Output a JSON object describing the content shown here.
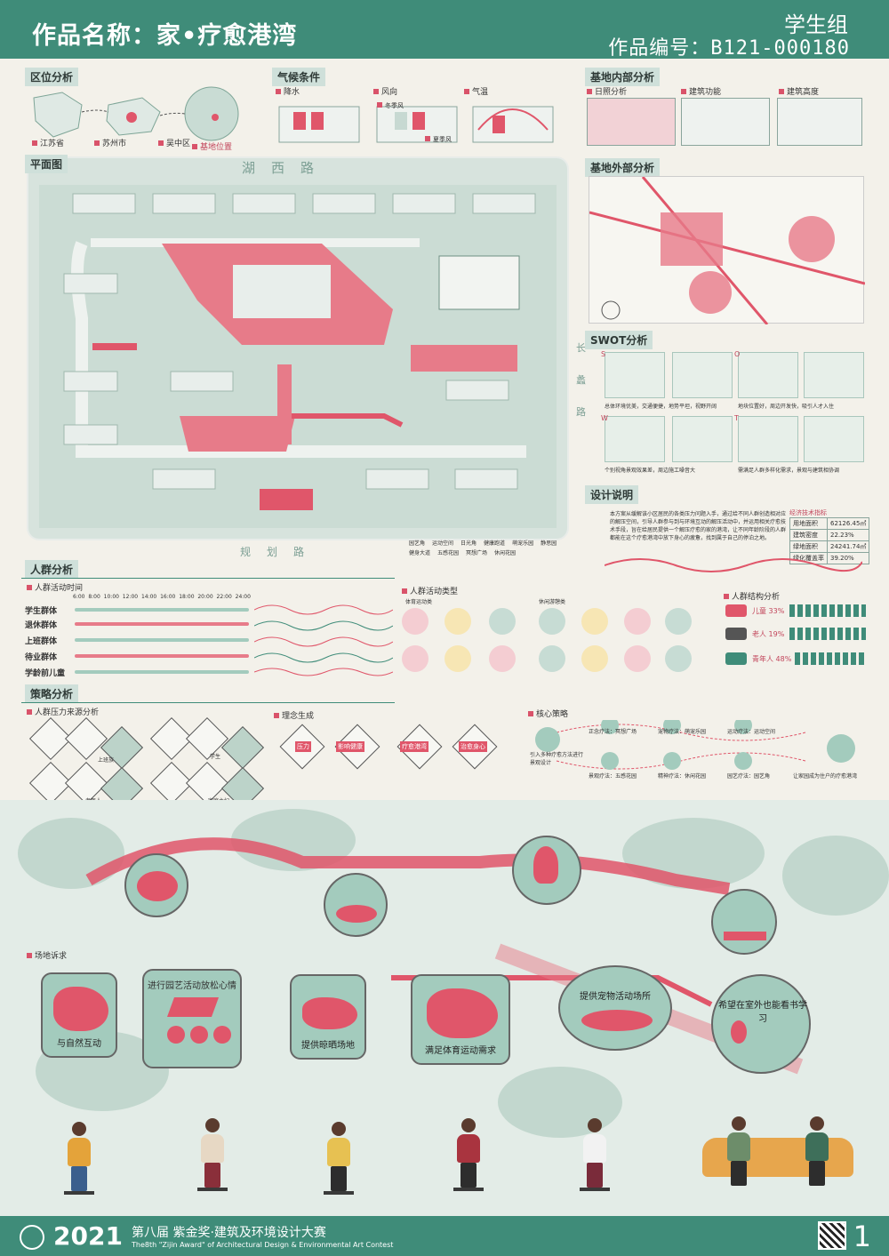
{
  "header": {
    "title": "作品名称：家•疗愈港湾",
    "group": "学生组",
    "code": "作品编号：B121-000180"
  },
  "sections": {
    "location": "区位分析",
    "climate": "气候条件",
    "plan": "平面图",
    "inner": "基地内部分析",
    "outer": "基地外部分析",
    "swot": "SWOT分析",
    "design": "设计说明",
    "crowd": "人群分析",
    "strategy": "策略分析",
    "site_demand": "场地诉求"
  },
  "location": {
    "labels": [
      "江苏省",
      "苏州市",
      "吴中区"
    ],
    "legend": "基地位置"
  },
  "climate": {
    "labels": [
      "降水",
      "风向",
      "气温"
    ],
    "wind": [
      "冬季风",
      "夏季风"
    ]
  },
  "inner": {
    "labels": [
      "日照分析",
      "建筑功能",
      "建筑高度"
    ]
  },
  "plan": {
    "roads": [
      "湖西路",
      "规划路",
      "长蠡路"
    ],
    "legend": [
      "园艺角",
      "运动空间",
      "日光角",
      "健康跑道",
      "萌宠乐园",
      "静思园",
      "健身大道",
      "五感花园",
      "冥想广场",
      "休闲花园"
    ]
  },
  "swot": {
    "captions": [
      "总体环境优美，交通便捷，地势平坦，视野开阔",
      "地块位置好，周边开发快，吸引人才入住",
      "个别视角景观效果差，周边施工噪音大",
      "需满足人群多样化需求，景观与建筑相协调"
    ],
    "letters": [
      "S",
      "W",
      "O",
      "T"
    ]
  },
  "design": {
    "text": "本方案从缓解该小区居民的各类压力问题入手，通过给不同人群创造相对应的解压空间，引导人群参与到与环境互动的解压活动中，并运用相关疗愈技术手段，旨在给居民提供一个解压疗愈的家的港湾，让不同年龄阶段的人群都能在这个疗愈港湾中放下身心的疲惫，找到属于自己的停泊之地。",
    "table_title": "经济技术指标",
    "table": [
      [
        "用地面积",
        "62126.45㎡"
      ],
      [
        "建筑密度",
        "22.23%"
      ],
      [
        "绿地面积",
        "24241.74㎡"
      ],
      [
        "绿化覆盖率",
        "39.20%"
      ]
    ]
  },
  "crowd": {
    "time_label": "人群活动时间",
    "times": [
      "6:00",
      "8:00",
      "10:00",
      "12:00",
      "14:00",
      "16:00",
      "18:00",
      "20:00",
      "22:00",
      "24:00"
    ],
    "groups": [
      "学生群体",
      "退休群体",
      "上班群体",
      "待业群体",
      "学龄前儿童"
    ],
    "type_label": "人群活动类型",
    "types": [
      "体育运动类",
      "休闲游憩类"
    ],
    "structure_label": "人群结构分析",
    "structure": [
      {
        "name": "儿童",
        "pct": "33%"
      },
      {
        "name": "老人",
        "pct": "19%"
      },
      {
        "name": "青年人",
        "pct": "48%"
      }
    ]
  },
  "strategy": {
    "pressure_label": "人群压力来源分析",
    "pressure_people": [
      "上班族",
      "学生",
      "老年人",
      "家庭主妇"
    ],
    "concept_label": "理念生成",
    "concepts": [
      "压力",
      "影响健康",
      "疗愈港湾",
      "治愈身心"
    ],
    "core_label": "核心策略",
    "core_items": [
      "正念疗法：冥想广场",
      "宠物疗法：萌宠乐园",
      "运动疗法：运动空间",
      "景观疗法：五感花园",
      "精神疗法：休闲花园",
      "园艺疗法：园艺角"
    ],
    "core_intro": "引入多种疗愈方法进行景观设计",
    "core_result": "让家园成为住户的疗愈港湾"
  },
  "demands": [
    "与自然互动",
    "进行园艺活动放松心情",
    "提供晾晒场地",
    "满足体育运动需求",
    "提供宠物活动场所",
    "希望在室外也能看书学习"
  ],
  "footer": {
    "year": "2021",
    "cn": "第八届  紫金奖·建筑及环境设计大赛",
    "en": "The8th \"Zijin Award\" of Architectural Design & Environmental Art Contest",
    "page": "1"
  },
  "colors": {
    "primary": "#3f8c79",
    "accent": "#e0566a",
    "green_light": "#a3cbbd"
  }
}
